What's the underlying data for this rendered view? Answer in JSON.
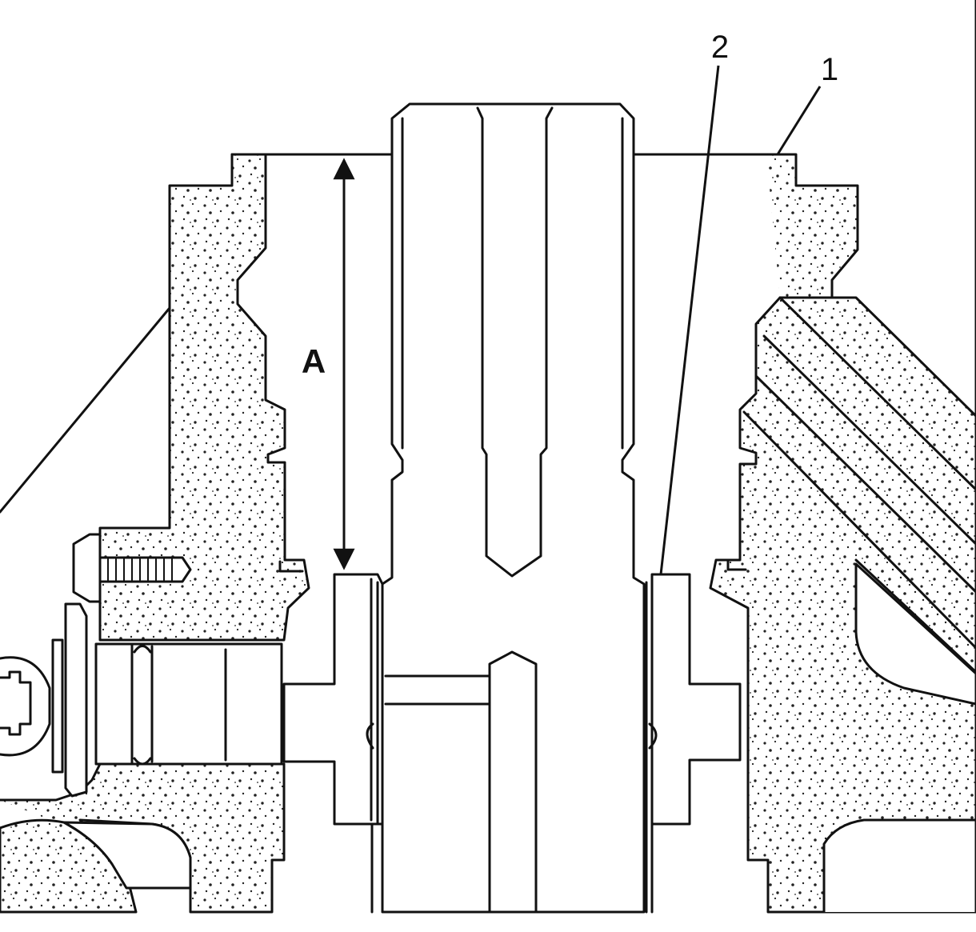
{
  "labels": {
    "callout_1": "1",
    "callout_2": "2",
    "dimension_a": "A"
  },
  "colors": {
    "line": "#111111",
    "background": "#ffffff",
    "stipple": "#222222"
  }
}
